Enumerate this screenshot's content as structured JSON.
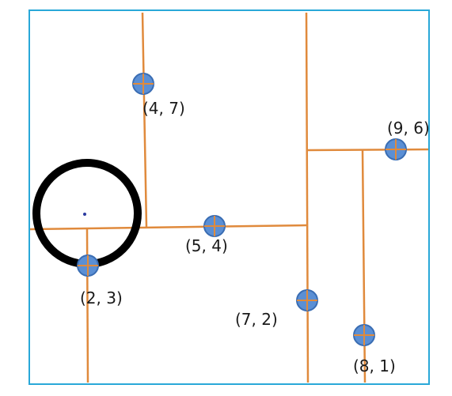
{
  "diagram": {
    "points": [
      {
        "id": "p-4-7",
        "label": "(4, 7)"
      },
      {
        "id": "p-5-4",
        "label": "(5, 4)"
      },
      {
        "id": "p-2-3",
        "label": "(2, 3)"
      },
      {
        "id": "p-9-6",
        "label": "(9, 6)"
      },
      {
        "id": "p-7-2",
        "label": "(7, 2)"
      },
      {
        "id": "p-8-1",
        "label": "(8, 1)"
      }
    ],
    "colors": {
      "border": "#29a8d8",
      "split_line": "#e08a3c",
      "point_fill": "#5b8fd4",
      "point_stroke": "#3a6db3",
      "query_circle": "#000000",
      "query_point": "#2b3aa0"
    }
  }
}
